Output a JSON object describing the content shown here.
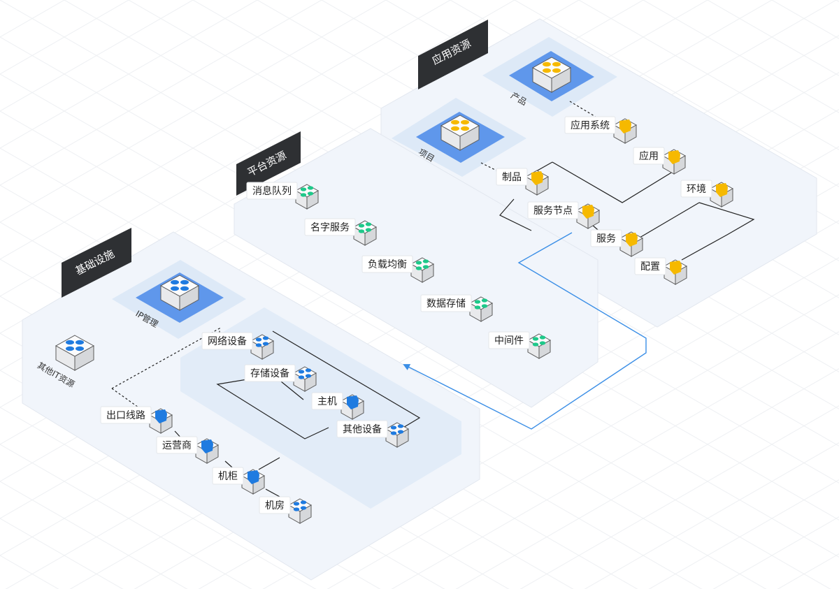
{
  "colors": {
    "accent_blue": "#1f7be0",
    "accent_green": "#1ec98a",
    "accent_yellow": "#f6b900",
    "tag_dark": "#2e3033",
    "panel_fill": "#f1f5fb",
    "panel_inner": "#e2ecf8",
    "highlight": "#5f97eb",
    "flow_line": "#3a8ee6"
  },
  "groups": {
    "infra": {
      "title": "基础设施",
      "icon": "blue-cube-icon"
    },
    "platform": {
      "title": "平台资源",
      "icon": "green-cube-icon"
    },
    "app": {
      "title": "应用资源",
      "icon": "yellow-cube-icon"
    }
  },
  "infra": {
    "ip_pool": "IP管理",
    "other_res": "其他IT资源",
    "items": [
      "网络设备",
      "存储设备",
      "主机",
      "其他设备",
      "出口线路",
      "运营商",
      "机柜",
      "机房"
    ]
  },
  "platform": {
    "items": [
      "消息队列",
      "名字服务",
      "负载均衡",
      "数据存储",
      "中间件"
    ]
  },
  "app": {
    "product": "产品",
    "project": "项目",
    "items": [
      "应用系统",
      "应用",
      "环境",
      "制品",
      "服务节点",
      "服务",
      "配置"
    ]
  }
}
